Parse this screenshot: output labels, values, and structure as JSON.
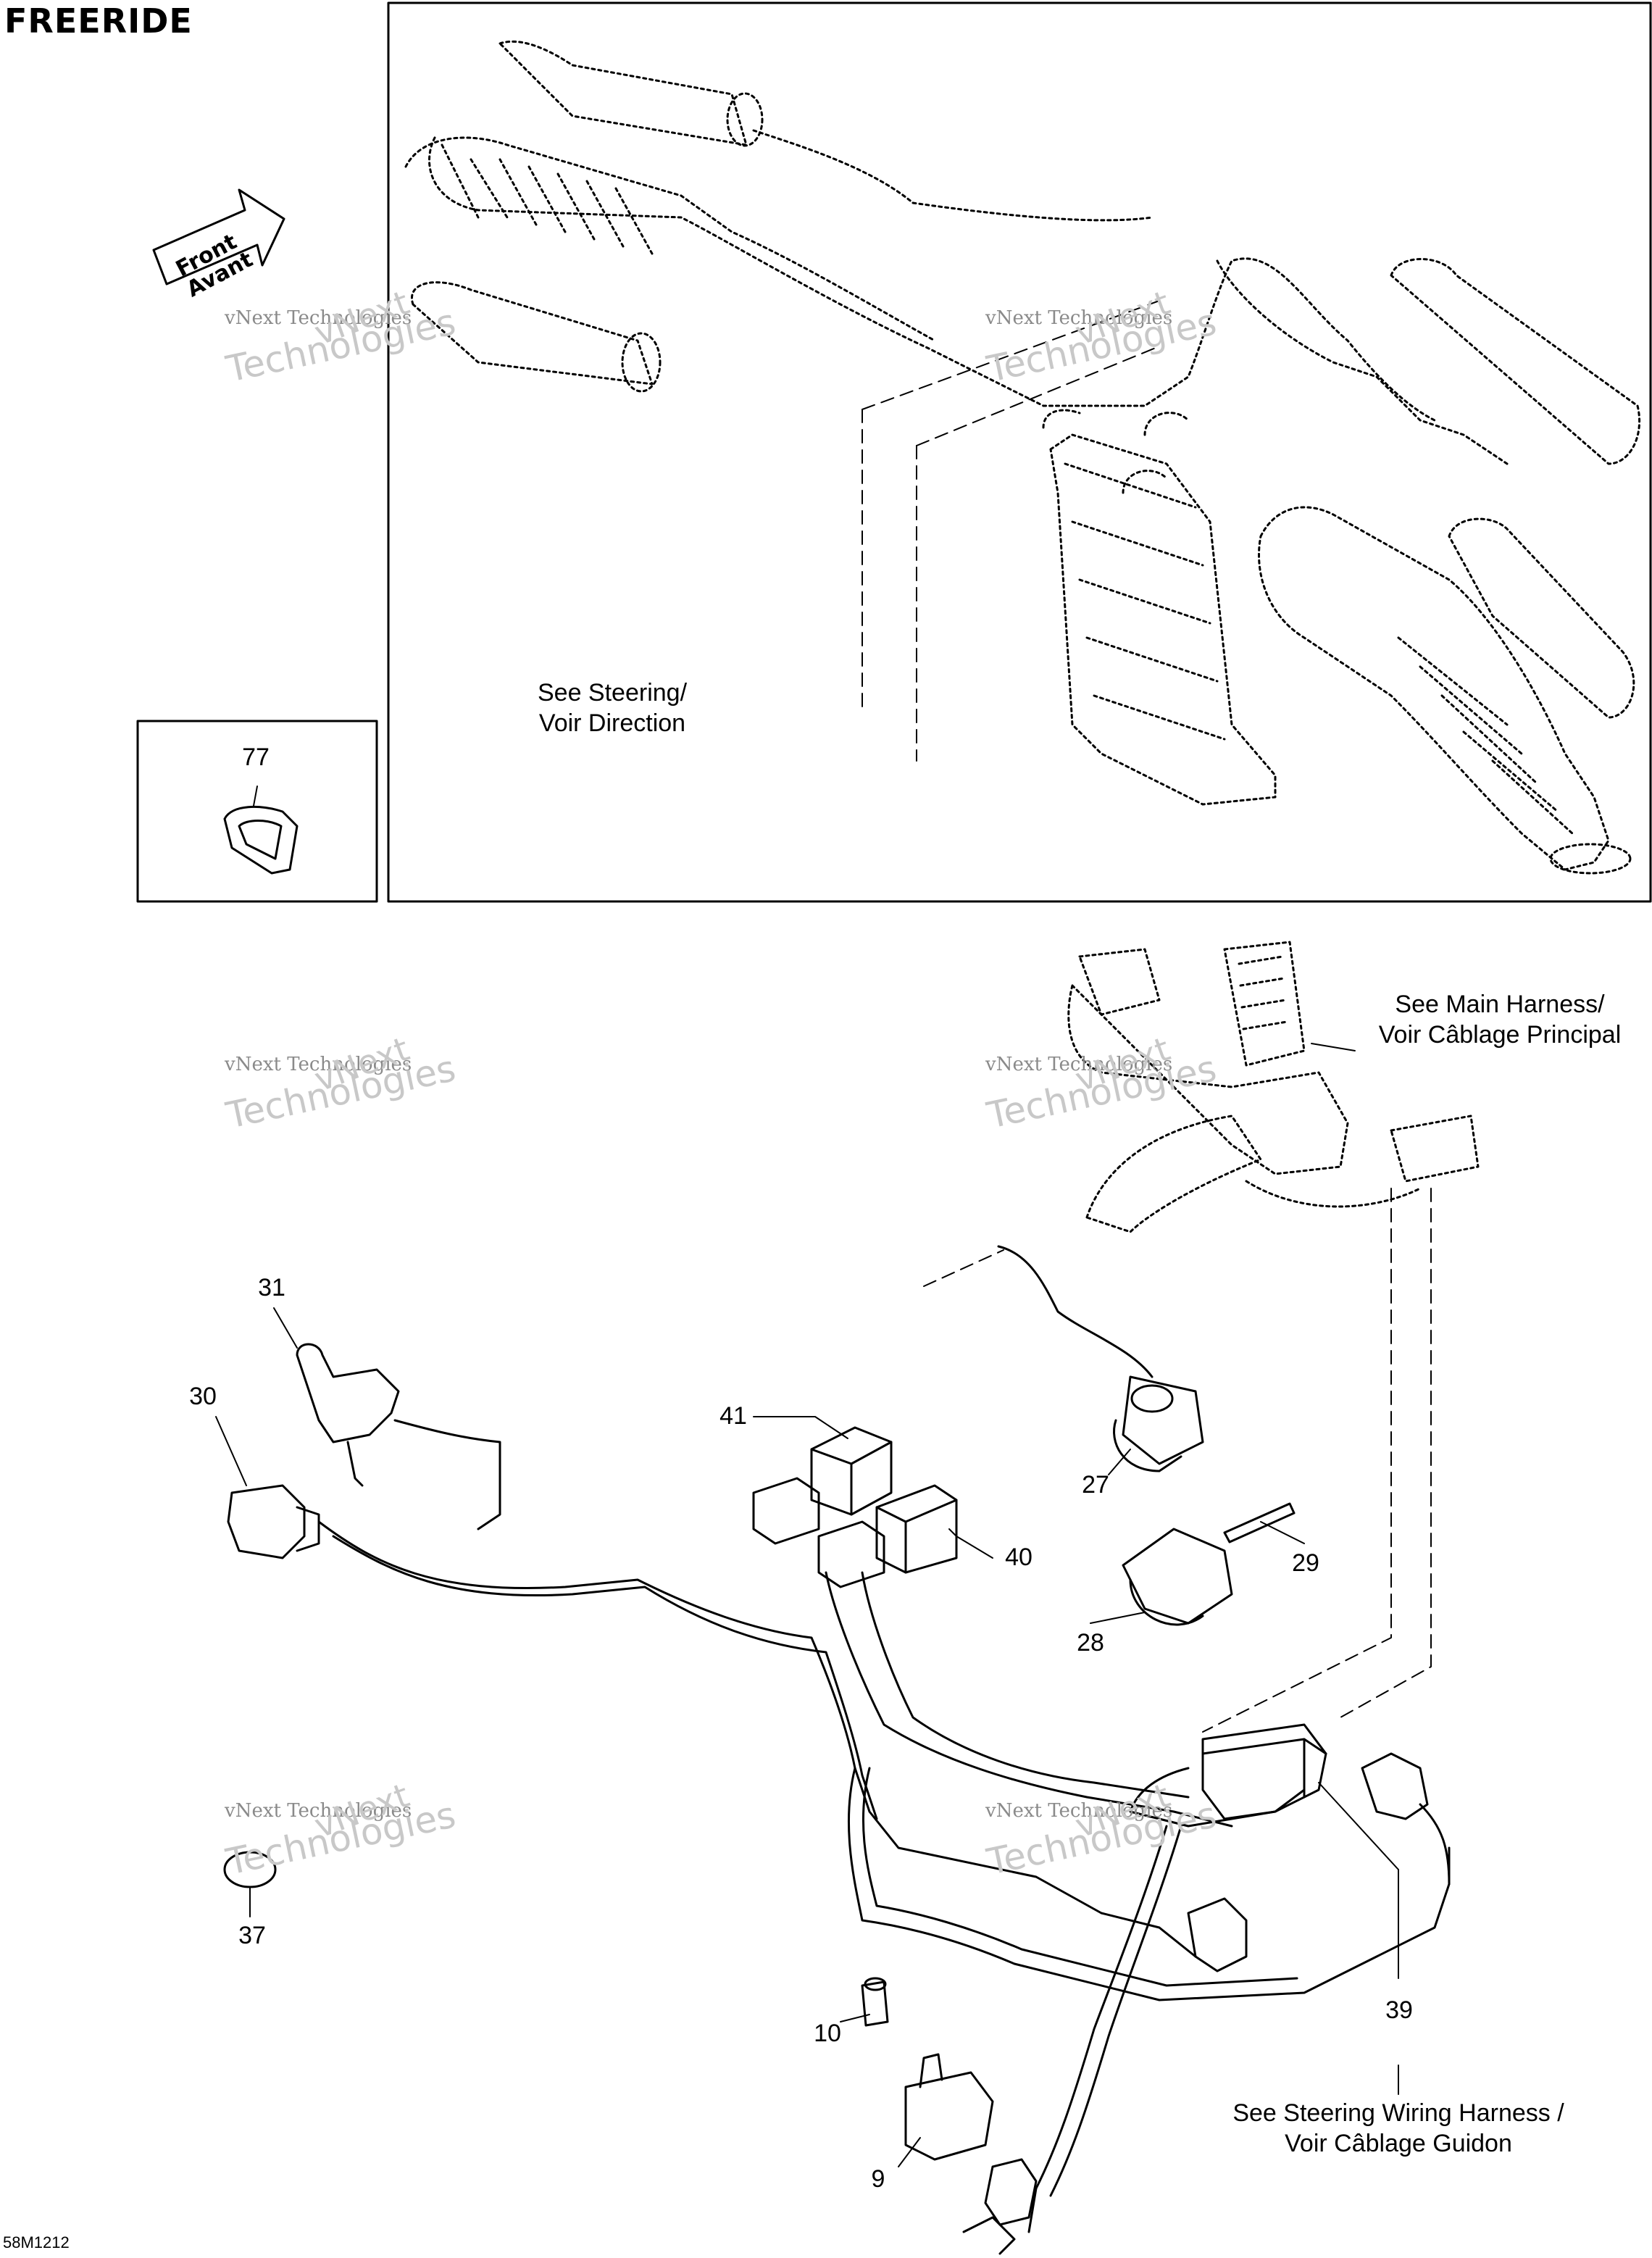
{
  "header": {
    "title": "FREERIDE"
  },
  "orientation": {
    "line1": "Front",
    "line2": "Avant"
  },
  "notes": {
    "steering": [
      "See Steering/",
      "Voir Direction"
    ],
    "main_harness": [
      "See Main Harness/",
      "Voir Câblage Principal"
    ],
    "steering_harness": [
      "See Steering Wiring Harness /",
      "Voir Câblage Guidon"
    ]
  },
  "parts": [
    "77",
    "31",
    "30",
    "41",
    "40",
    "27",
    "29",
    "28",
    "37",
    "10",
    "9",
    "39"
  ],
  "watermark": {
    "line1": "vNext",
    "line2": "vNext Technologies",
    "line3": "Technologies"
  },
  "footer": {
    "code": "58M1212"
  }
}
